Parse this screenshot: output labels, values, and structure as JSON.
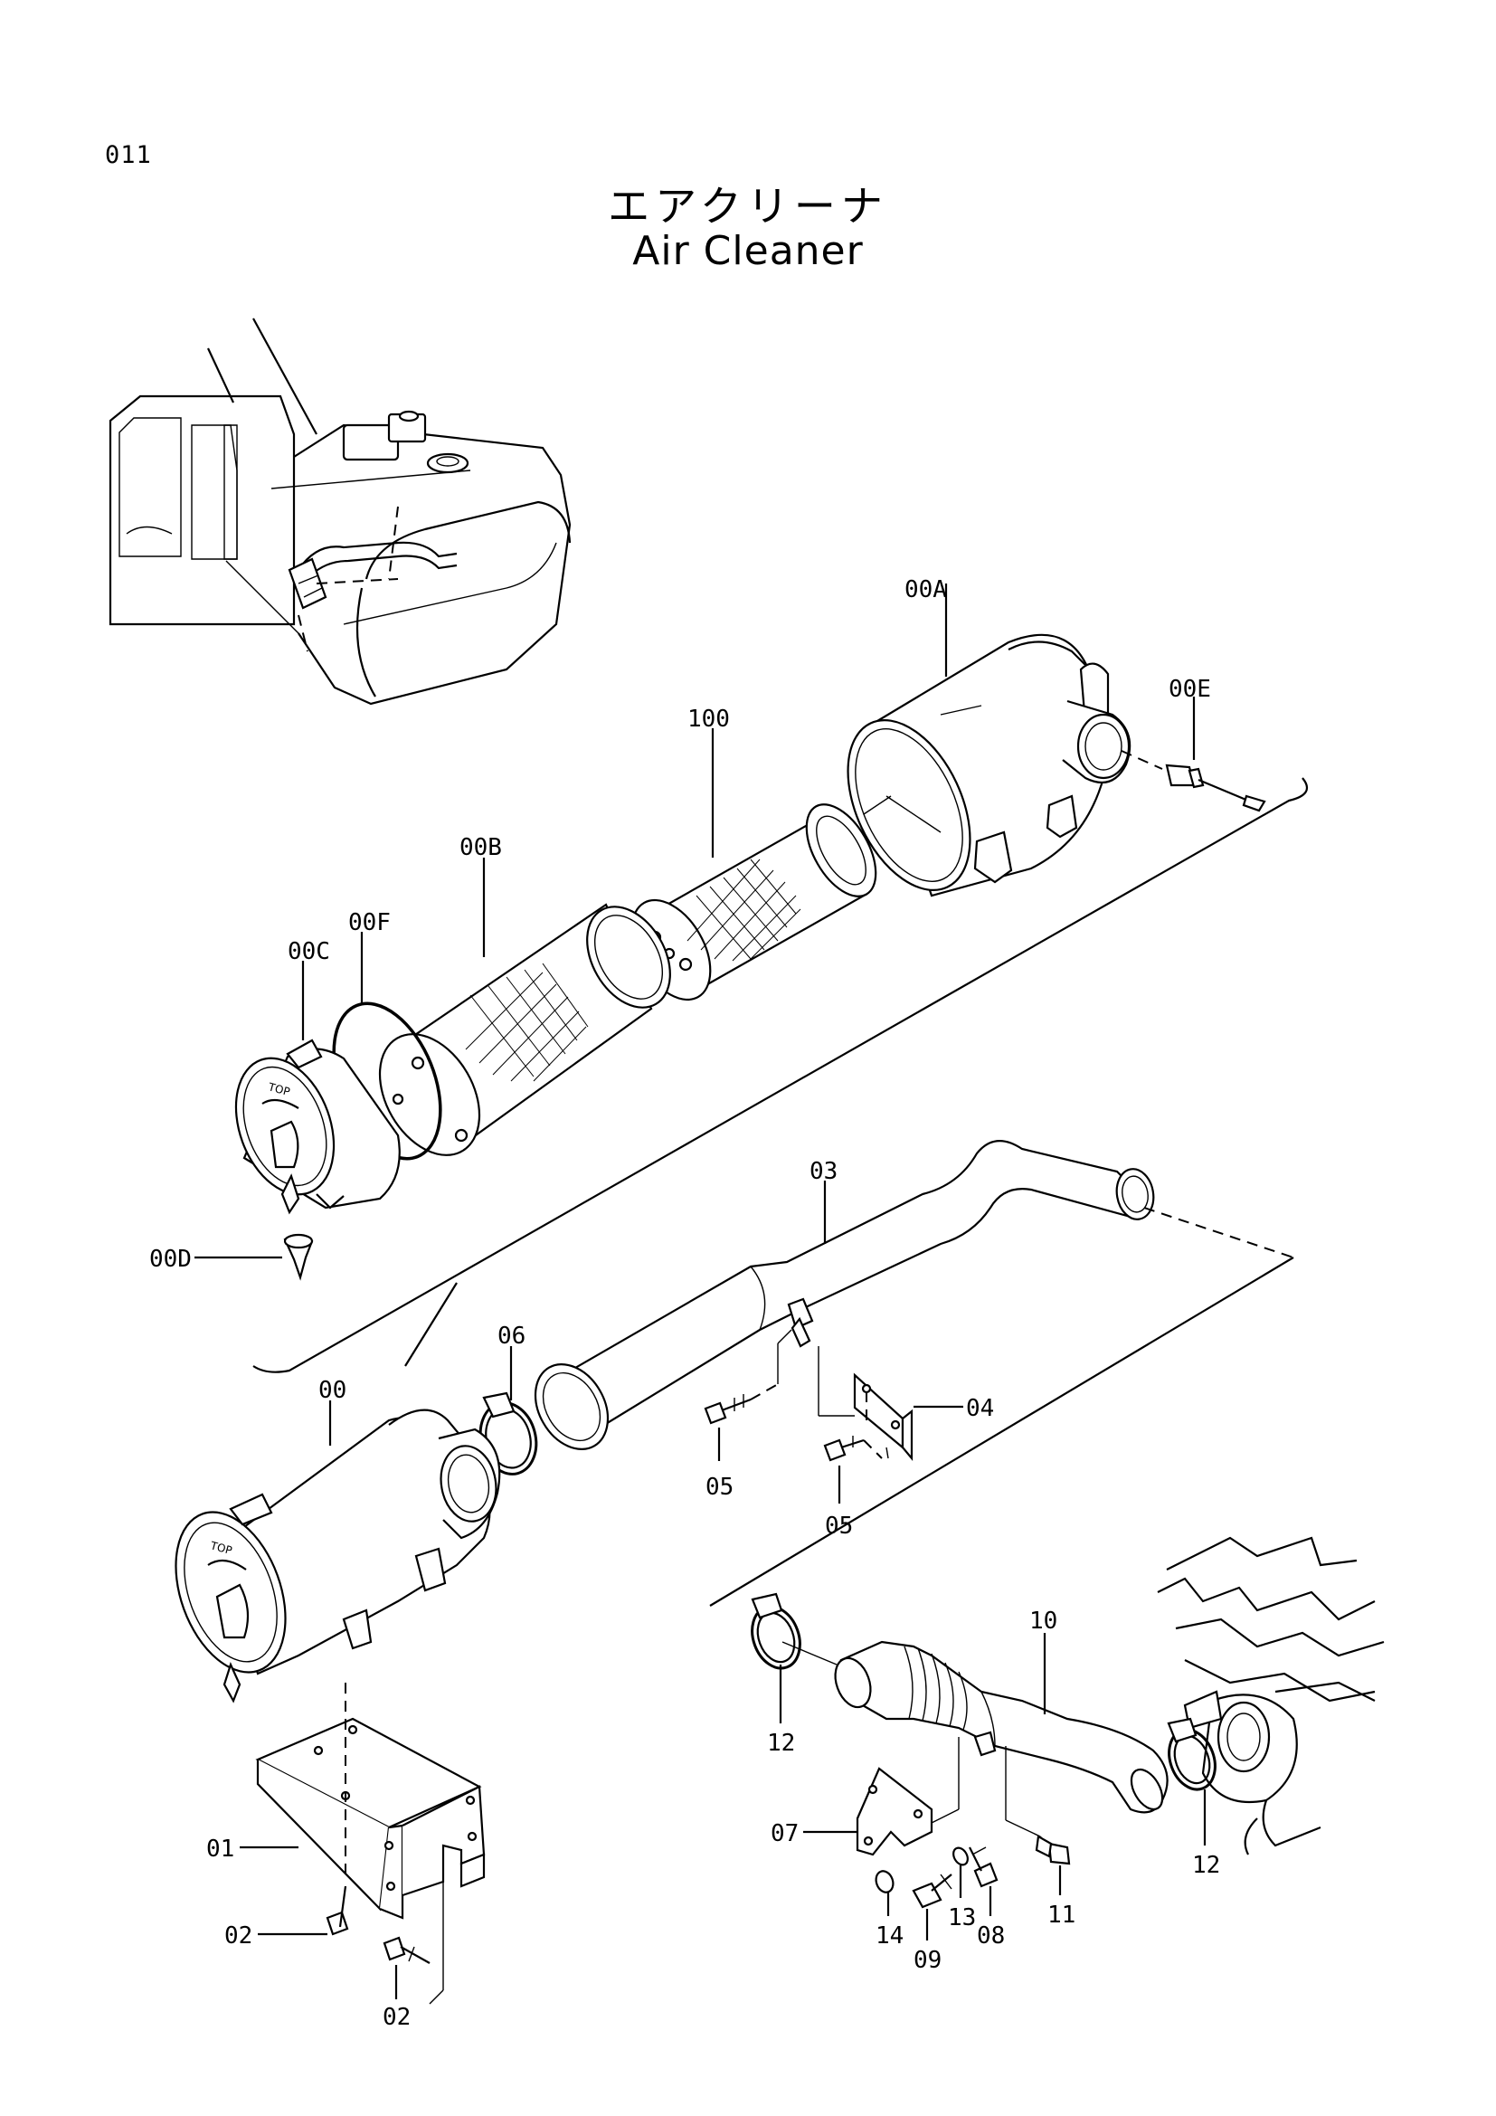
{
  "page_number": "011",
  "title_jp": "エアクリーナ",
  "title_en": "Air Cleaner",
  "top_label": "TOP",
  "parts": [
    {
      "id": "00A"
    },
    {
      "id": "00E"
    },
    {
      "id": "100"
    },
    {
      "id": "00B"
    },
    {
      "id": "00F"
    },
    {
      "id": "00C"
    },
    {
      "id": "00D"
    },
    {
      "id": "03"
    },
    {
      "id": "06"
    },
    {
      "id": "00"
    },
    {
      "id": "04"
    },
    {
      "id": "05"
    },
    {
      "id": "05"
    },
    {
      "id": "10"
    },
    {
      "id": "12"
    },
    {
      "id": "12"
    },
    {
      "id": "01"
    },
    {
      "id": "07"
    },
    {
      "id": "11"
    },
    {
      "id": "13"
    },
    {
      "id": "08"
    },
    {
      "id": "14"
    },
    {
      "id": "09"
    },
    {
      "id": "02"
    },
    {
      "id": "02"
    }
  ]
}
